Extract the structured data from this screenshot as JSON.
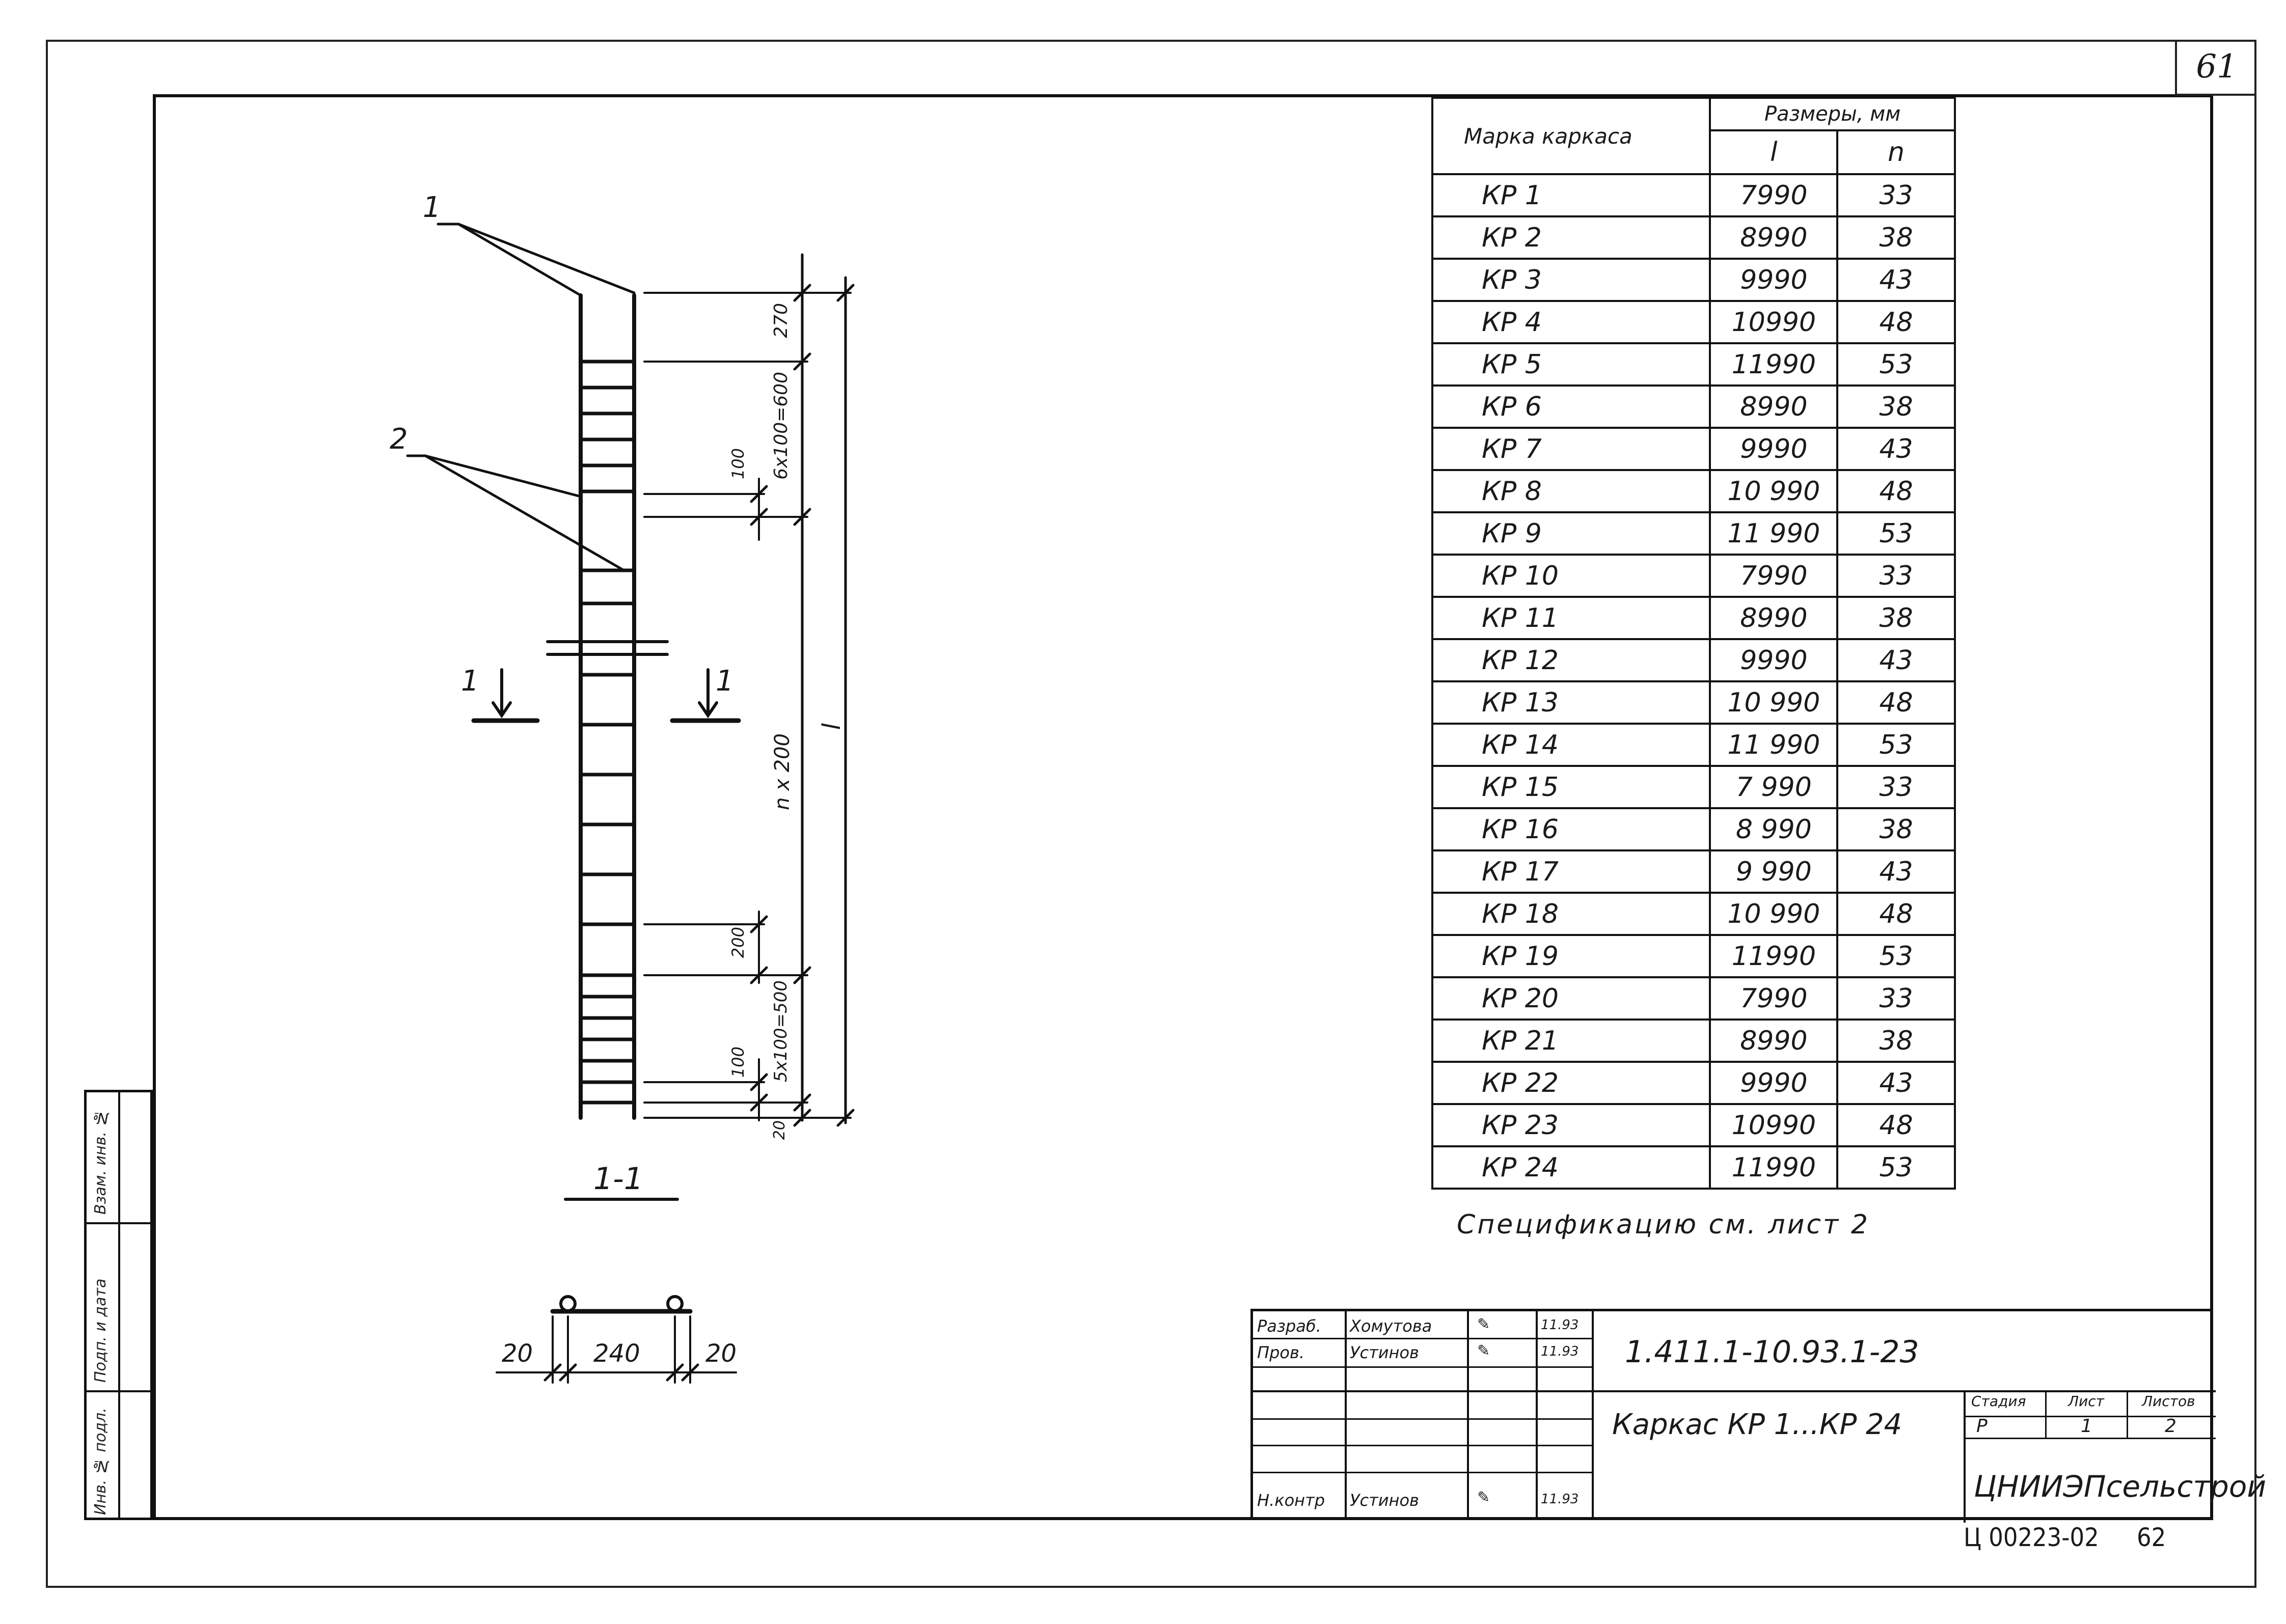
{
  "sheet_number": "61",
  "drawing": {
    "callout_1": "1",
    "callout_2": "2",
    "section_mark_left": "1",
    "section_mark_right": "1",
    "section_label": "1-1",
    "dim_270": "270",
    "dim_top_group": "6х100=600",
    "dim_100_top": "100",
    "dim_middle": "n х 200",
    "dim_l": "l",
    "dim_200": "200",
    "dim_bottom_group": "5х100=500",
    "dim_100_bottom": "100",
    "dim_20_bottom": "20",
    "section_dim_left": "20",
    "section_dim_mid": "240",
    "section_dim_right": "20"
  },
  "table": {
    "header_mark": "Марка каркаса",
    "header_sizes": "Размеры, мм",
    "header_l": "l",
    "header_n": "n",
    "rows": [
      {
        "mark": "КР 1",
        "l": "7990",
        "n": "33"
      },
      {
        "mark": "КР 2",
        "l": "8990",
        "n": "38"
      },
      {
        "mark": "КР 3",
        "l": "9990",
        "n": "43"
      },
      {
        "mark": "КР 4",
        "l": "10990",
        "n": "48"
      },
      {
        "mark": "КР 5",
        "l": "11990",
        "n": "53"
      },
      {
        "mark": "КР 6",
        "l": "8990",
        "n": "38"
      },
      {
        "mark": "КР 7",
        "l": "9990",
        "n": "43"
      },
      {
        "mark": "КР 8",
        "l": "10 990",
        "n": "48"
      },
      {
        "mark": "КР 9",
        "l": "11 990",
        "n": "53"
      },
      {
        "mark": "КР 10",
        "l": "7990",
        "n": "33"
      },
      {
        "mark": "КР 11",
        "l": "8990",
        "n": "38"
      },
      {
        "mark": "КР 12",
        "l": "9990",
        "n": "43"
      },
      {
        "mark": "КР 13",
        "l": "10 990",
        "n": "48"
      },
      {
        "mark": "КР 14",
        "l": "11 990",
        "n": "53"
      },
      {
        "mark": "КР 15",
        "l": "7 990",
        "n": "33"
      },
      {
        "mark": "КР 16",
        "l": "8 990",
        "n": "38"
      },
      {
        "mark": "КР 17",
        "l": "9 990",
        "n": "43"
      },
      {
        "mark": "КР 18",
        "l": "10 990",
        "n": "48"
      },
      {
        "mark": "КР 19",
        "l": "11990",
        "n": "53"
      },
      {
        "mark": "КР 20",
        "l": "7990",
        "n": "33"
      },
      {
        "mark": "КР 21",
        "l": "8990",
        "n": "38"
      },
      {
        "mark": "КР 22",
        "l": "9990",
        "n": "43"
      },
      {
        "mark": "КР 23",
        "l": "10990",
        "n": "48"
      },
      {
        "mark": "КР 24",
        "l": "11990",
        "n": "53"
      }
    ]
  },
  "spec_note": "Спецификацию см. лист 2",
  "title_block": {
    "role_developed": "Разраб.",
    "name_developed": "Хомутова",
    "date_developed": "11.93",
    "role_checked": "Пров.",
    "name_checked": "Устинов",
    "date_checked": "11.93",
    "role_norm": "Н.контр",
    "name_norm": "Устинов",
    "date_norm": "11.93",
    "designation": "1.411.1-10.93.1-23",
    "title": "Каркас КР 1...КР 24",
    "stage_label": "Стадия",
    "sheet_label": "Лист",
    "sheets_label": "Листов",
    "stage_value": "Р",
    "sheet_value": "1",
    "sheets_value": "2",
    "organization": "ЦНИИЭПсельстрой"
  },
  "left_stamp": {
    "inv_original": "Инв. № подл.",
    "sign_date": "Подп. и дата",
    "inv_replace": "Взам. инв. №"
  },
  "bottom_code": "Ц 00223-02",
  "bottom_page": "62"
}
